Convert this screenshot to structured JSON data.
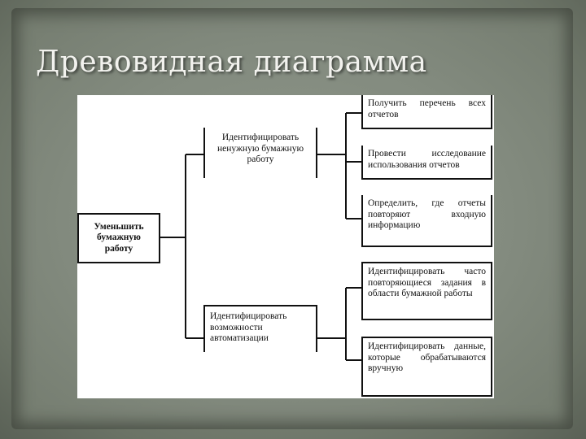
{
  "slide": {
    "title": "Древовидная диаграмма"
  },
  "diagram": {
    "root": {
      "label": "Уменьшить бумажную работу"
    },
    "branches": [
      {
        "label": "Идентифицировать ненужную бумажную работу",
        "children": [
          {
            "label": "Получить перечень всех отчетов"
          },
          {
            "label": "Провести исследование использования отчетов"
          },
          {
            "label": "Определить, где отчеты повторяют входную информацию"
          }
        ]
      },
      {
        "label": "Идентифицировать возможности автоматизации",
        "children": [
          {
            "label": "Идентифицировать часто повторяющиеся задания в области бумажной работы"
          },
          {
            "label": "Идентифицировать данные, которые обрабатываются вручную"
          }
        ]
      }
    ]
  }
}
